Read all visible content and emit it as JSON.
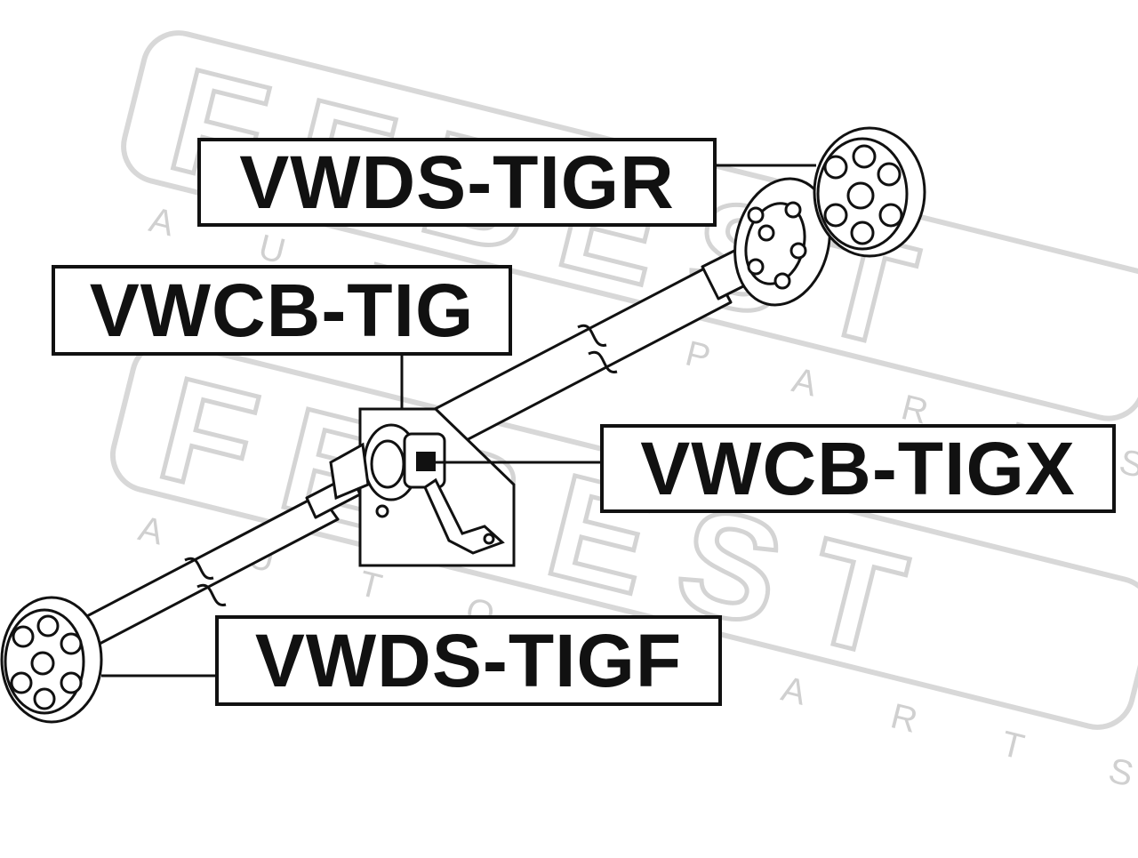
{
  "watermark": {
    "brand": "FEBEST",
    "subline": "AUTO PARTS",
    "color": "#d8d8d8"
  },
  "labels": {
    "rear_flex_disc": "VWDS-TIGR",
    "center_bearing": "VWCB-TIG",
    "center_bearing_bracket": "VWCB-TIGX",
    "front_flex_disc": "VWDS-TIGF"
  },
  "colors": {
    "line": "#111111",
    "background": "#ffffff"
  }
}
